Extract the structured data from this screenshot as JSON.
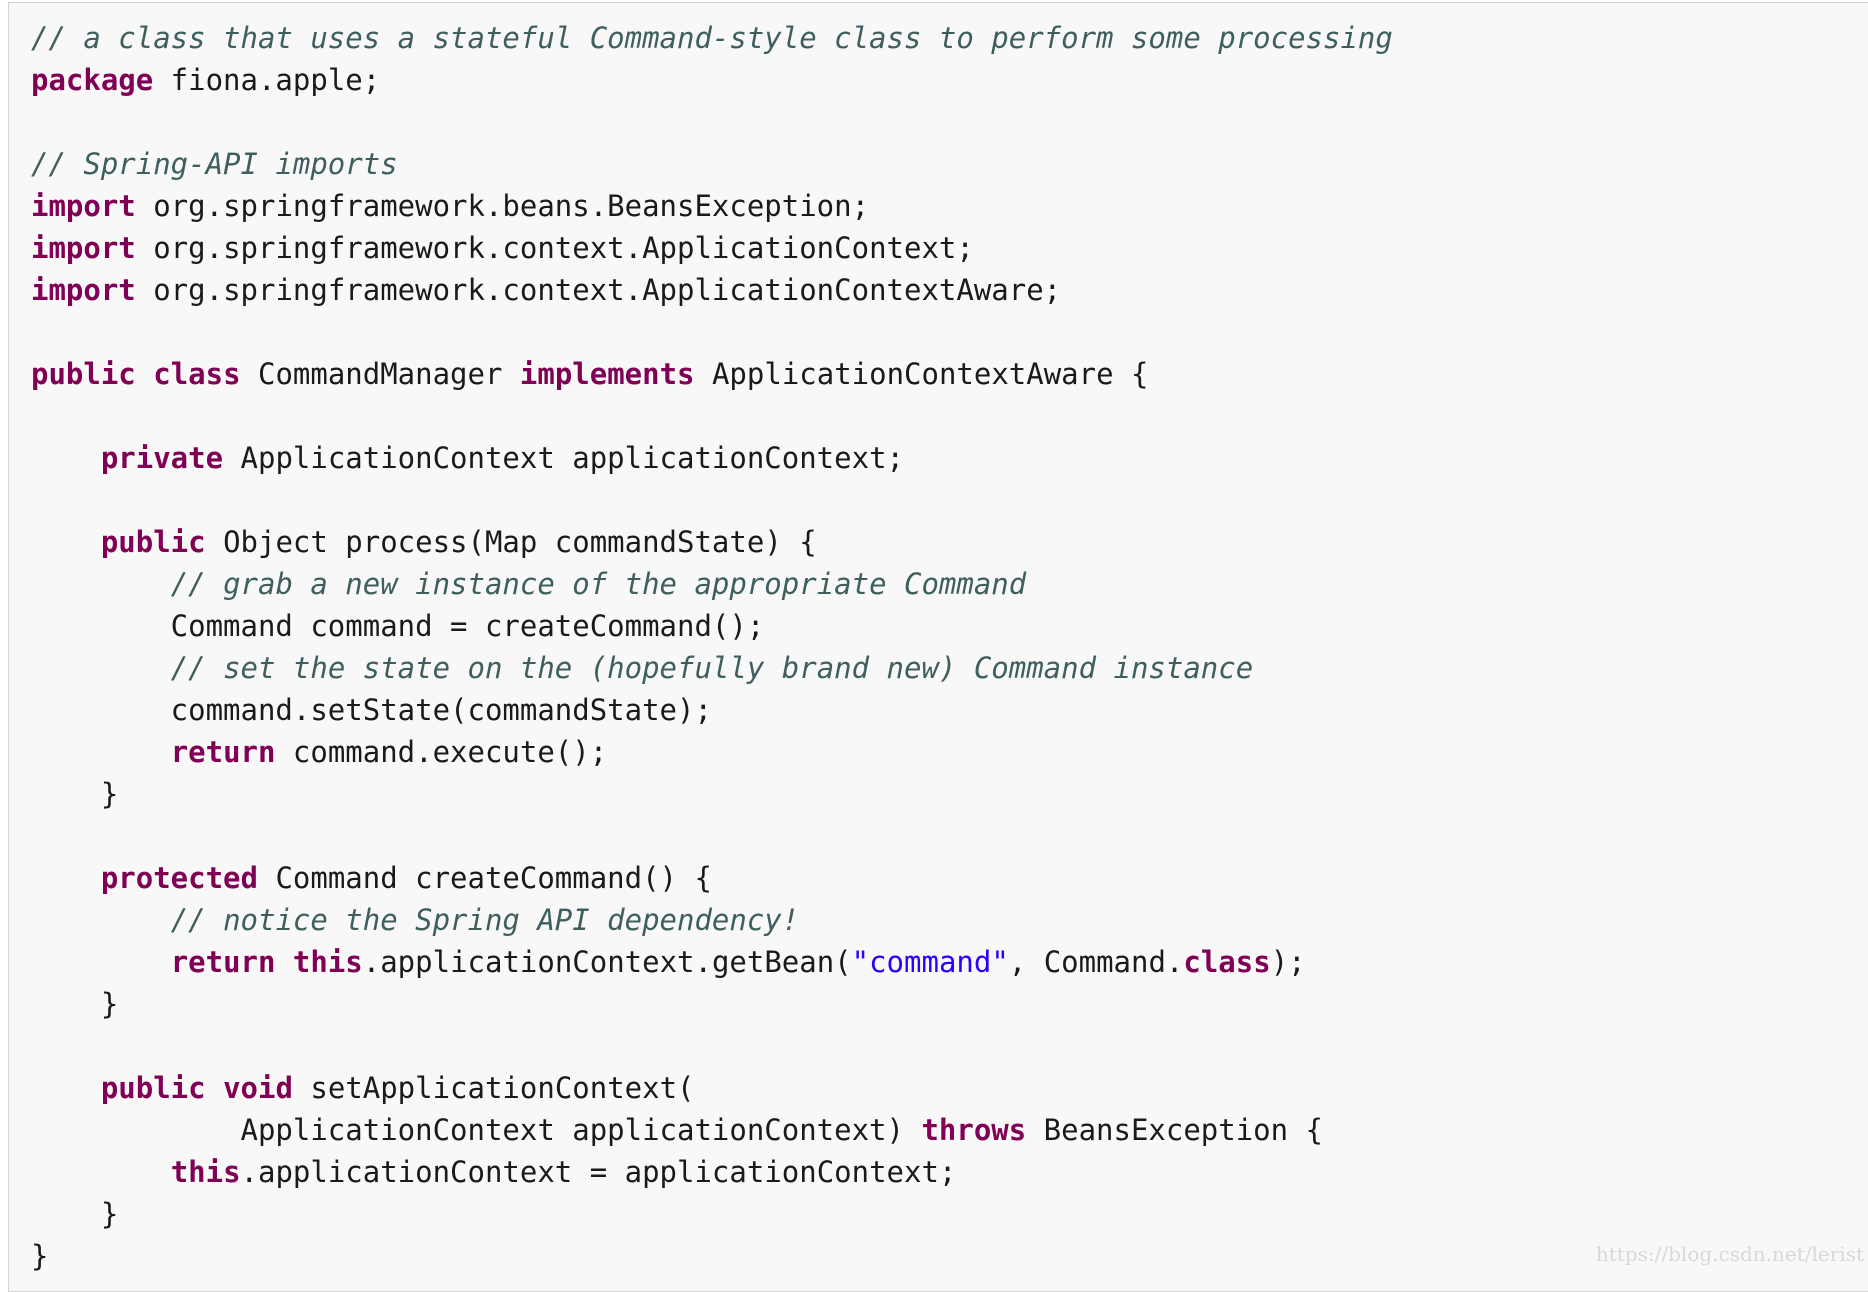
{
  "code": {
    "lines": [
      [
        {
          "t": "cm",
          "v": "// a class that uses a stateful Command-style class to perform some processing"
        }
      ],
      [
        {
          "t": "kw",
          "v": "package"
        },
        {
          "t": "tx",
          "v": " fiona.apple;"
        }
      ],
      [],
      [
        {
          "t": "cm",
          "v": "// Spring-API imports"
        }
      ],
      [
        {
          "t": "kw",
          "v": "import"
        },
        {
          "t": "tx",
          "v": " org.springframework.beans.BeansException;"
        }
      ],
      [
        {
          "t": "kw",
          "v": "import"
        },
        {
          "t": "tx",
          "v": " org.springframework.context.ApplicationContext;"
        }
      ],
      [
        {
          "t": "kw",
          "v": "import"
        },
        {
          "t": "tx",
          "v": " org.springframework.context.ApplicationContextAware;"
        }
      ],
      [],
      [
        {
          "t": "kw",
          "v": "public"
        },
        {
          "t": "tx",
          "v": " "
        },
        {
          "t": "kw",
          "v": "class"
        },
        {
          "t": "tx",
          "v": " CommandManager "
        },
        {
          "t": "kw",
          "v": "implements"
        },
        {
          "t": "tx",
          "v": " ApplicationContextAware {"
        }
      ],
      [],
      [
        {
          "t": "tx",
          "v": "    "
        },
        {
          "t": "kw",
          "v": "private"
        },
        {
          "t": "tx",
          "v": " ApplicationContext applicationContext;"
        }
      ],
      [],
      [
        {
          "t": "tx",
          "v": "    "
        },
        {
          "t": "kw",
          "v": "public"
        },
        {
          "t": "tx",
          "v": " Object process(Map commandState) {"
        }
      ],
      [
        {
          "t": "tx",
          "v": "        "
        },
        {
          "t": "cm",
          "v": "// grab a new instance of the appropriate Command"
        }
      ],
      [
        {
          "t": "tx",
          "v": "        Command command = createCommand();"
        }
      ],
      [
        {
          "t": "tx",
          "v": "        "
        },
        {
          "t": "cm",
          "v": "// set the state on the (hopefully brand new) Command instance"
        }
      ],
      [
        {
          "t": "tx",
          "v": "        command.setState(commandState);"
        }
      ],
      [
        {
          "t": "tx",
          "v": "        "
        },
        {
          "t": "kw",
          "v": "return"
        },
        {
          "t": "tx",
          "v": " command.execute();"
        }
      ],
      [
        {
          "t": "tx",
          "v": "    }"
        }
      ],
      [],
      [
        {
          "t": "tx",
          "v": "    "
        },
        {
          "t": "kw",
          "v": "protected"
        },
        {
          "t": "tx",
          "v": " Command createCommand() {"
        }
      ],
      [
        {
          "t": "tx",
          "v": "        "
        },
        {
          "t": "cm",
          "v": "// notice the Spring API dependency!"
        }
      ],
      [
        {
          "t": "tx",
          "v": "        "
        },
        {
          "t": "kw",
          "v": "return"
        },
        {
          "t": "tx",
          "v": " "
        },
        {
          "t": "kw",
          "v": "this"
        },
        {
          "t": "tx",
          "v": ".applicationContext.getBean("
        },
        {
          "t": "str",
          "v": "\"command\""
        },
        {
          "t": "tx",
          "v": ", Command."
        },
        {
          "t": "kw",
          "v": "class"
        },
        {
          "t": "tx",
          "v": ");"
        }
      ],
      [
        {
          "t": "tx",
          "v": "    }"
        }
      ],
      [],
      [
        {
          "t": "tx",
          "v": "    "
        },
        {
          "t": "kw",
          "v": "public"
        },
        {
          "t": "tx",
          "v": " "
        },
        {
          "t": "kw",
          "v": "void"
        },
        {
          "t": "tx",
          "v": " setApplicationContext("
        }
      ],
      [
        {
          "t": "tx",
          "v": "            ApplicationContext applicationContext) "
        },
        {
          "t": "kw",
          "v": "throws"
        },
        {
          "t": "tx",
          "v": " BeansException {"
        }
      ],
      [
        {
          "t": "tx",
          "v": "        "
        },
        {
          "t": "kw",
          "v": "this"
        },
        {
          "t": "tx",
          "v": ".applicationContext = applicationContext;"
        }
      ],
      [
        {
          "t": "tx",
          "v": "    }"
        }
      ],
      [
        {
          "t": "tx",
          "v": "}"
        }
      ]
    ]
  },
  "watermark": "https://blog.csdn.net/lerist",
  "colors": {
    "keyword": "#7f0055",
    "comment": "#3f5f5f",
    "string": "#2a00ff",
    "text": "#1a1a1a",
    "background": "#f8f8f8"
  }
}
